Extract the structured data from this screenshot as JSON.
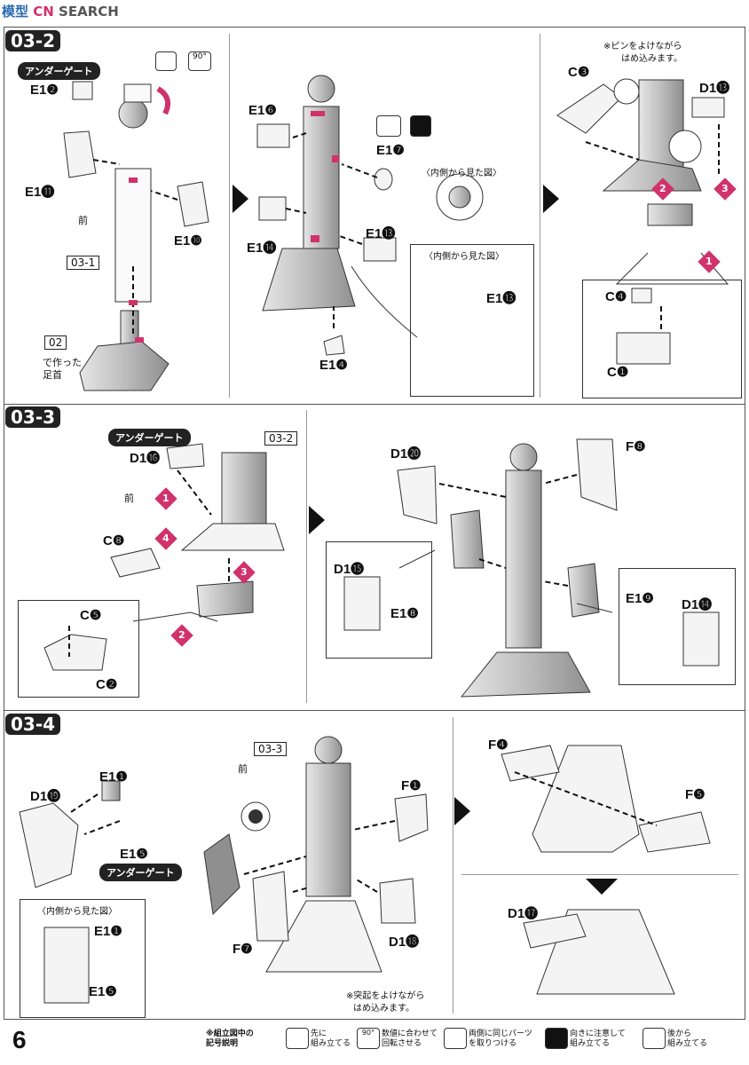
{
  "watermark": {
    "brand": "模型",
    "site": "SEARCH",
    "mark": "CN"
  },
  "page_number": "6",
  "sections": {
    "s1": {
      "title": "03-2"
    },
    "s2": {
      "title": "03-3"
    },
    "s3": {
      "title": "03-4"
    }
  },
  "labels": {
    "under_gate": "アンダーゲート",
    "front": "前",
    "inner_view": "〈内側から見た図〉",
    "pin_note_1": "※ピンをよけながら",
    "pin_note_2": "はめ込みます。",
    "bump_note_1": "※突起をよけながら",
    "bump_note_2": "はめ込みます。",
    "made_with_1": "で作った",
    "made_with_2": "足首",
    "deg90": "90°"
  },
  "refs": {
    "r031": "03-1",
    "r02": "02",
    "r032": "03-2",
    "r033": "03-3"
  },
  "parts": {
    "p1_e12": "E1❷",
    "p1_e111": "E1⓫",
    "p1_e110": "E1❿",
    "p2_e16": "E1❻",
    "p2_e17": "E1❼",
    "p2_e114": "E1⓮",
    "p2_e113": "E1⓭",
    "p2_e113b": "E1⓭",
    "p2_e14": "E1❹",
    "p3_c3": "C❸",
    "p3_d113": "D1⓭",
    "p3_c4": "C❹",
    "p3_c1": "C❶",
    "p4_d116": "D1⓰",
    "p4_c8": "C❽",
    "p4_c5": "C❺",
    "p4_c2": "C❷",
    "p5_d120": "D1⓴",
    "p5_f8": "F❽",
    "p5_d115": "D1⓯",
    "p5_e18": "E1❽",
    "p5_e19": "E1❾",
    "p5_d114": "D1⓮",
    "p6_d119": "D1⓳",
    "p6_e11": "E1❶",
    "p6_e15": "E1❺",
    "p6_e11b": "E1❶",
    "p6_e15b": "E1❺",
    "p7_f1": "F❶",
    "p7_f7": "F❼",
    "p7_d118": "D1⓲",
    "p8_f4": "F❹",
    "p8_f5": "F❺",
    "p8_d117": "D1⓱"
  },
  "legend": {
    "title_1": "※組立図中の",
    "title_2": "記号説明",
    "items": [
      {
        "icon": "pre-assemble-icon",
        "line1": "先に",
        "line2": "組み立てる"
      },
      {
        "icon": "rotate-90-icon",
        "line1": "数値に合わせて",
        "line2": "回転させる"
      },
      {
        "icon": "both-sides-icon",
        "line1": "両側に同じパーツ",
        "line2": "を取りつける"
      },
      {
        "icon": "caution-icon",
        "line1": "向きに注意して",
        "line2": "組み立てる"
      },
      {
        "icon": "post-assemble-icon",
        "line1": "後から",
        "line2": "組み立てる"
      }
    ]
  },
  "colors": {
    "accent": "#d1326b",
    "ink": "#111111",
    "part_gray": "#bdbdbd"
  }
}
